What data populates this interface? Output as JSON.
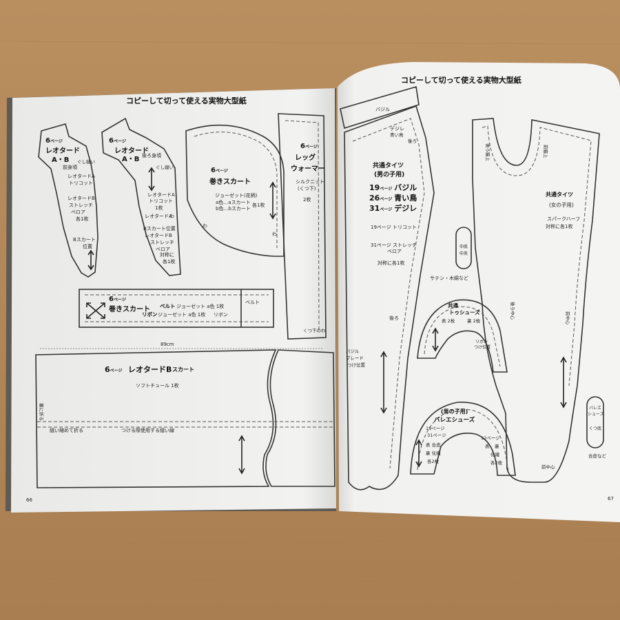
{
  "left_page": {
    "header": "コピーして切って使える実物大型紙",
    "page_number": "66",
    "leotard_front": {
      "page": "6",
      "page_unit": "ページ",
      "title": "レオタード",
      "title2": "A・B",
      "label": "前身頃",
      "note_gather": "ぐし縫い",
      "notes": [
        "レオタードA",
        "トリコット",
        "レオタードB",
        "ストレッチ",
        "ベロア",
        "各1枚"
      ],
      "skirt_pos": "Bスカート",
      "skirt_pos2": "位置"
    },
    "leotard_back": {
      "page": "6",
      "page_unit": "ページ",
      "title": "レオタード",
      "title2": "A・B",
      "label": "後ろ身頃",
      "note_gather": "ぐし縫い",
      "notes": [
        "レオタードA",
        "トリコット",
        "1枚",
        "レオタードA",
        "わ",
        "Bスカート位置",
        "レオタードB",
        "ストレッチ",
        "ベロア",
        "対称に",
        "各1枚"
      ]
    },
    "wrap_skirt": {
      "page": "6",
      "page_unit": "ページ",
      "title": "巻きスカート",
      "material": "ジョーゼット(花柄)",
      "line_a": "a色…aスカート",
      "line_b": "b色…bスカート",
      "count": "各1枚",
      "fold1": "わ",
      "fold2": "わ"
    },
    "leg_warmer": {
      "page": "6",
      "page_unit": "ページ",
      "title": "レッグ",
      "title2": "ウォーマー",
      "material": "シルクニット",
      "material2": "(くつ下)",
      "count": "2枚",
      "note": "くつ下のわ"
    },
    "belt_strip": {
      "page": "6",
      "page_unit": "ページ",
      "title": "巻きスカート",
      "belt": "ベルト",
      "belt_detail": "ジョーゼット a色 1枚",
      "ribbon": "リボン",
      "ribbon_detail": "ジョーゼット a色 1枚",
      "ribbon_tail": "リボン",
      "belt_tail": "ベルト"
    },
    "leotard_skirt": {
      "width": "89cm",
      "page": "6",
      "page_unit": "ページ",
      "title": "レオタードB",
      "title_suffix": "スカート",
      "material": "ソフトチュール 1枚",
      "fold_note": "裏に折る",
      "sew1": "縫い縮めて折る",
      "sew2": "つける際使用する縫い線"
    }
  },
  "right_page": {
    "header": "コピーして切って使える実物大型紙",
    "page_number": "67",
    "basil_strip": "バジル",
    "dejire": "デジレ",
    "aoi_tori": "青い鳥",
    "back_label": "後ろ",
    "tights_boy": {
      "title": "共通タイツ",
      "subtitle": "(男の子用)",
      "rows": [
        {
          "page": "19",
          "unit": "ページ",
          "name": "バジル"
        },
        {
          "page": "26",
          "unit": "ページ",
          "name": "青い鳥"
        },
        {
          "page": "31",
          "unit": "ページ",
          "name": "デジレ"
        }
      ],
      "material1": "19ページ トリコット",
      "material2": "31ページ ストレッチ",
      "material3": "ベロア",
      "count": "対称に各1枚",
      "back": "後ろ",
      "basil_blade": "バジル",
      "blade2": "ブレード",
      "blade3": "つけ位置"
    },
    "tights_girl": {
      "title": "共通タイツ",
      "subtitle": "(女の子用)",
      "material": "スパークハーフ",
      "count": "対称に各1枚",
      "back_top": "後ろ脇上",
      "front_top": "前脇上",
      "back_center": "後ろ中心",
      "front_center": "前中心",
      "front_center2": "前中心"
    },
    "sole_small": {
      "label1": "中底",
      "label2": "中央"
    },
    "satin": "サテン・木綿など",
    "toe_shoes": {
      "title": "共通",
      "title2": "トゥシューズ",
      "count": "表 2枚",
      "count2": "裏 2枚",
      "ribbon_pos": "リボン",
      "ribbon_pos2": "つけ位置"
    },
    "ballet_shoes": {
      "title": "(男の子用)",
      "title2": "バレエシューズ",
      "line1": "19ページ",
      "line2": "31ページ",
      "line3": "表 合皮",
      "line4": "裏 化繊",
      "line5": "各2枚",
      "right1": "12ページ",
      "right2": "表",
      "right3": "裏",
      "right4": "化繊",
      "right5": "各2枚"
    },
    "sole_right": {
      "label1": "バレエ",
      "label2": "シューズ",
      "label3": "くつ底",
      "label4": "合皮など"
    }
  }
}
